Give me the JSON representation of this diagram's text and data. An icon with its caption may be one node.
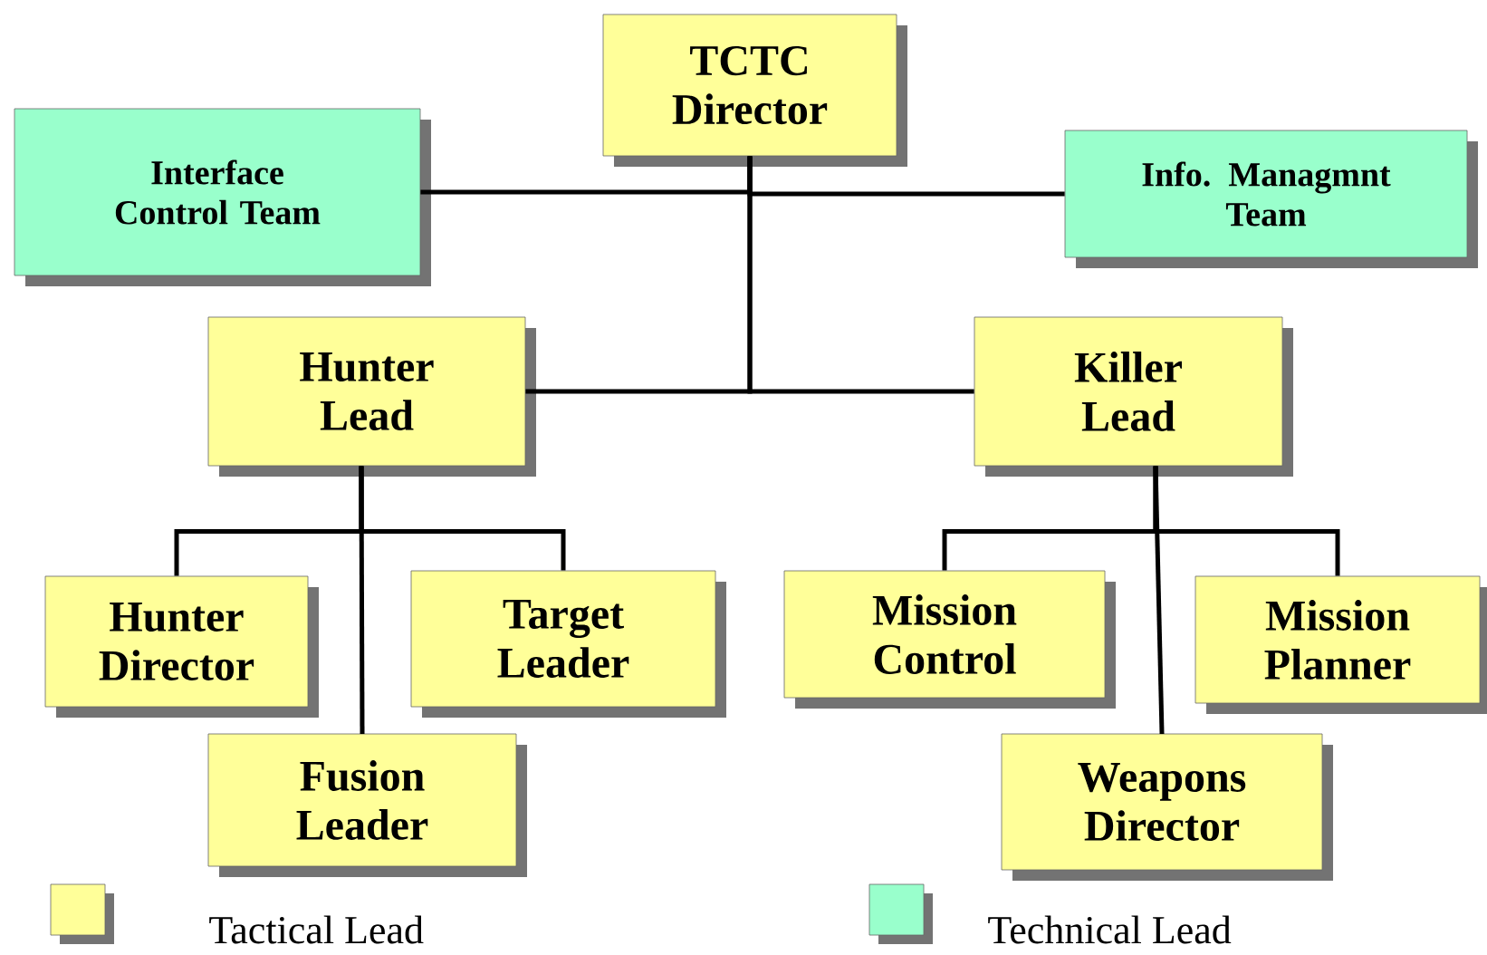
{
  "diagram": {
    "nodes": [
      {
        "text": [
          "TCTC Director"
        ]
      },
      {
        "text": [
          "Interface Control Team"
        ]
      },
      {
        "text": [
          "Info. Managmnt Team"
        ]
      },
      {
        "text": [
          "Hunter Lead"
        ]
      },
      {
        "text": [
          "Killer Lead"
        ]
      },
      {
        "text": [
          "Hunter Director"
        ]
      },
      {
        "text": [
          "Target Leader"
        ]
      },
      {
        "text": [
          "Fusion Leader"
        ]
      },
      {
        "text": [
          "Mission Control"
        ]
      },
      {
        "text": [
          "Mission Planner"
        ]
      },
      {
        "text": [
          "Weapons Director"
        ]
      }
    ],
    "edges": [
      {
        "from": 0,
        "to": 1,
        "arrow": "none"
      },
      {
        "from": 0,
        "to": 2,
        "arrow": "none"
      },
      {
        "from": 0,
        "to": 3,
        "arrow": "none"
      },
      {
        "from": 0,
        "to": 4,
        "arrow": "none"
      },
      {
        "from": 3,
        "to": 5,
        "arrow": "none"
      },
      {
        "from": 3,
        "to": 6,
        "arrow": "none"
      },
      {
        "from": 3,
        "to": 7,
        "arrow": "none"
      },
      {
        "from": 4,
        "to": 8,
        "arrow": "none"
      },
      {
        "from": 4,
        "to": 9,
        "arrow": "none"
      },
      {
        "from": 4,
        "to": 10,
        "arrow": "none"
      }
    ],
    "legend": [
      {
        "text": "Tactical Lead",
        "color": "#ffff99"
      },
      {
        "text": "Technical Lead",
        "color": "#99ffcc"
      }
    ]
  }
}
